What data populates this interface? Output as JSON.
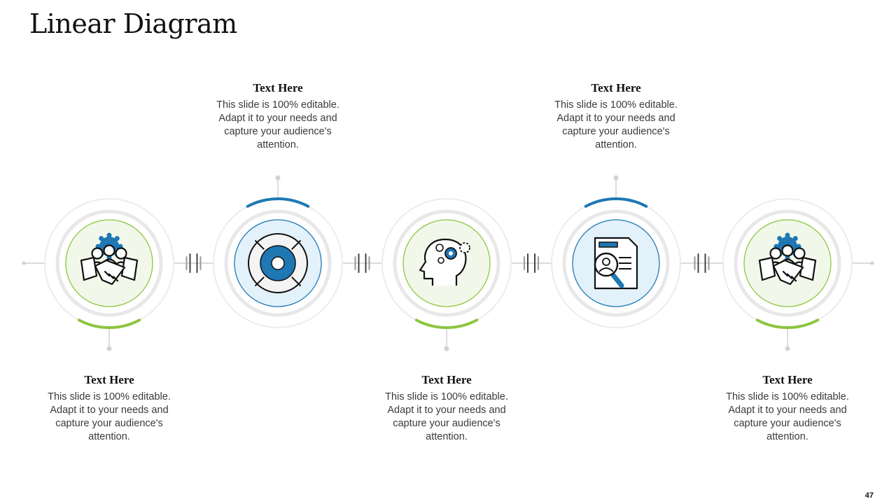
{
  "slide": {
    "title": "Linear Diagram",
    "page_number": "47"
  },
  "colors": {
    "green": "#8cc63f",
    "blue": "#1f77b4",
    "ring_gray": "#e6e6e6",
    "green_fill": "#f1f8ea",
    "blue_fill": "#e3f1fb"
  },
  "steps": [
    {
      "heading": "Text Here",
      "body": "This slide is 100% editable. Adapt it to your needs and capture your audience's attention.",
      "icon": "handshake-team-icon",
      "accent": "green",
      "text_position": "below"
    },
    {
      "heading": "Text Here",
      "body": "This slide is 100% editable. Adapt it to your needs and capture your audience's attention.",
      "icon": "target-icon",
      "accent": "blue",
      "text_position": "above"
    },
    {
      "heading": "Text Here",
      "body": "This slide is 100% editable. Adapt it to your needs and capture your audience's attention.",
      "icon": "head-gears-icon",
      "accent": "green",
      "text_position": "below"
    },
    {
      "heading": "Text Here",
      "body": "This slide is 100% editable. Adapt it to your needs and capture your audience's attention.",
      "icon": "document-search-icon",
      "accent": "blue",
      "text_position": "above"
    },
    {
      "heading": "Text Here",
      "body": "This slide is 100% editable. Adapt it to your needs and capture your audience's attention.",
      "icon": "handshake-team-icon",
      "accent": "green",
      "text_position": "below"
    }
  ]
}
